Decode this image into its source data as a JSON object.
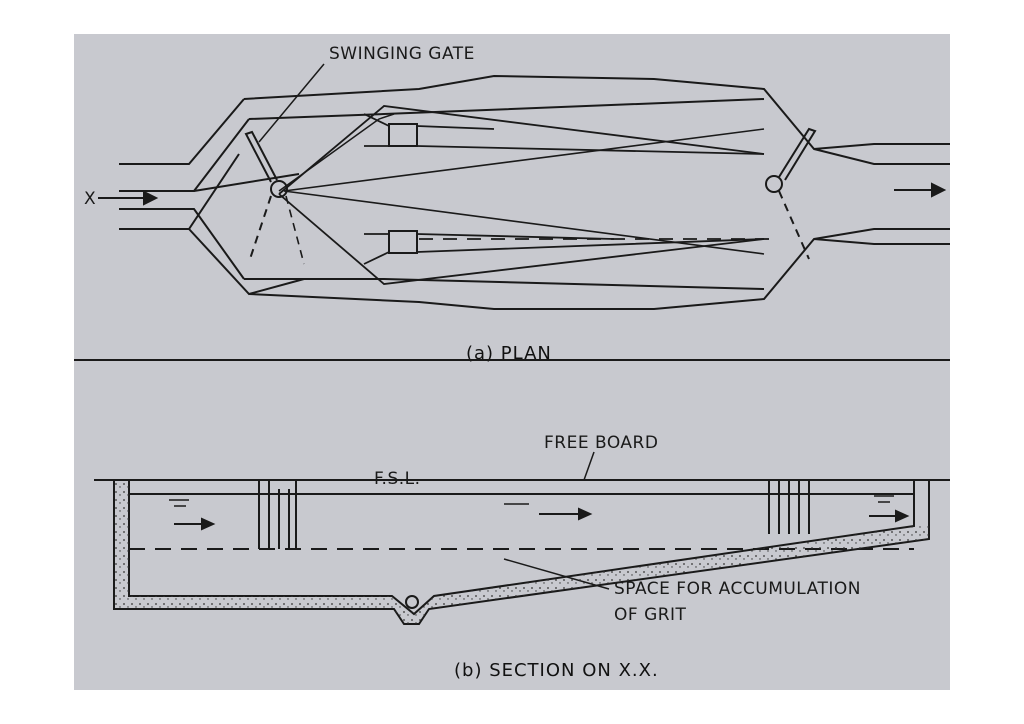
{
  "plan": {
    "gate_label": "SWINGING  GATE",
    "axis_label": "X",
    "caption": "(a)  PLAN"
  },
  "section": {
    "freeboard_label": "FREE BOARD",
    "fsl_label": "F.S.L.",
    "grit_label_line1": "SPACE FOR ACCUMULATION",
    "grit_label_line2": "OF GRIT",
    "caption": "(b) SECTION ON  X.X."
  },
  "colors": {
    "background": "#ffffff",
    "paper": "#c8c9cf",
    "ink": "#1a1a1a"
  }
}
